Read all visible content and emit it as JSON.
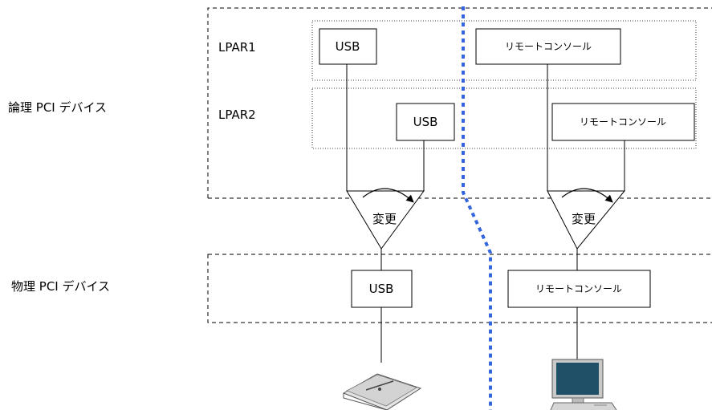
{
  "row_labels": {
    "logical": "論理 PCI デバイス",
    "physical": "物理 PCI デバイス"
  },
  "lpars": [
    {
      "label": "LPAR1",
      "usb": "USB",
      "remote_console": "リモートコンソール"
    },
    {
      "label": "LPAR2",
      "usb": "USB",
      "remote_console": "リモートコンソール"
    }
  ],
  "switches": [
    {
      "label": "変更"
    },
    {
      "label": "変更"
    }
  ],
  "physical": {
    "usb": "USB",
    "remote_console": "リモートコンソール"
  },
  "devices": {
    "left_icon": "usb-storage-device-icon",
    "right_icon": "desktop-computer-icon"
  },
  "colors": {
    "divider": "#3366dd",
    "monitor_screen": "#1f5068"
  }
}
